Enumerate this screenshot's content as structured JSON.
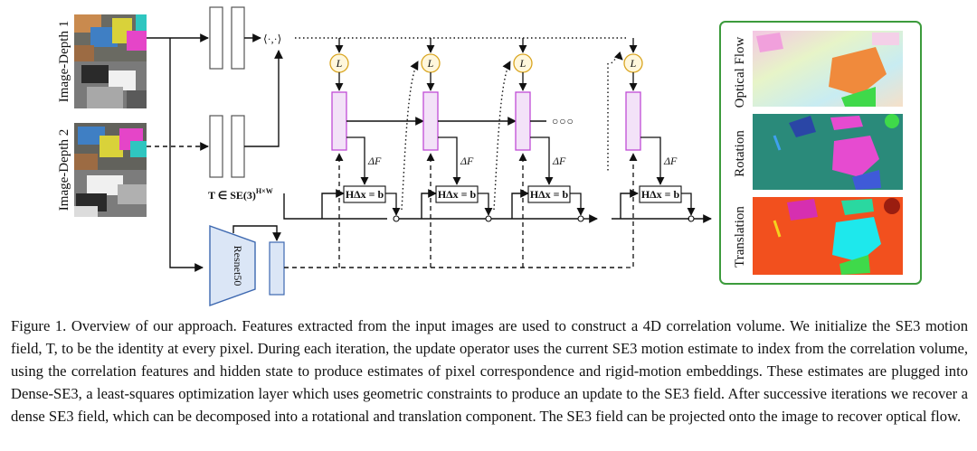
{
  "figure": {
    "inputs": [
      {
        "label": "Image-Depth 1"
      },
      {
        "label": "Image-Depth 2"
      }
    ],
    "correlation_symbol": "⟨·,·⟩",
    "lookup_symbol": "L",
    "delta_f_label": "ΔF",
    "solver_label": "HΔx = b",
    "init_field_label": "T ∈ SE(3)",
    "init_field_sup": "H×W",
    "context_net_label": "Resnet50",
    "ellipsis": "○○○",
    "outputs": [
      {
        "label": "Optical Flow"
      },
      {
        "label": "Rotation"
      },
      {
        "label": "Translation"
      }
    ],
    "colors": {
      "update_fill": "#f3e2f8",
      "update_stroke": "#c04bd6",
      "context_fill": "#dbe6f6",
      "context_stroke": "#3d68b0",
      "lookup_fill": "#fff7dc",
      "lookup_stroke": "#d9a520",
      "output_border": "#3c9b3c"
    }
  },
  "caption": {
    "text": "Figure 1. Overview of our approach. Features extracted from the input images are used to construct a 4D correlation volume. We initialize the SE3 motion field, T, to be the identity at every pixel. During each iteration, the update operator uses the current SE3 motion estimate to index from the correlation volume, using the correlation features and hidden state to produce estimates of pixel correspondence and rigid-motion embeddings. These estimates are plugged into Dense-SE3, a least-squares optimization layer which uses geometric constraints to produce an update to the SE3 field. After successive iterations we recover a dense SE3 field, which can be decomposed into a rotational and translation component. The SE3 field can be projected onto the image to recover optical flow."
  }
}
